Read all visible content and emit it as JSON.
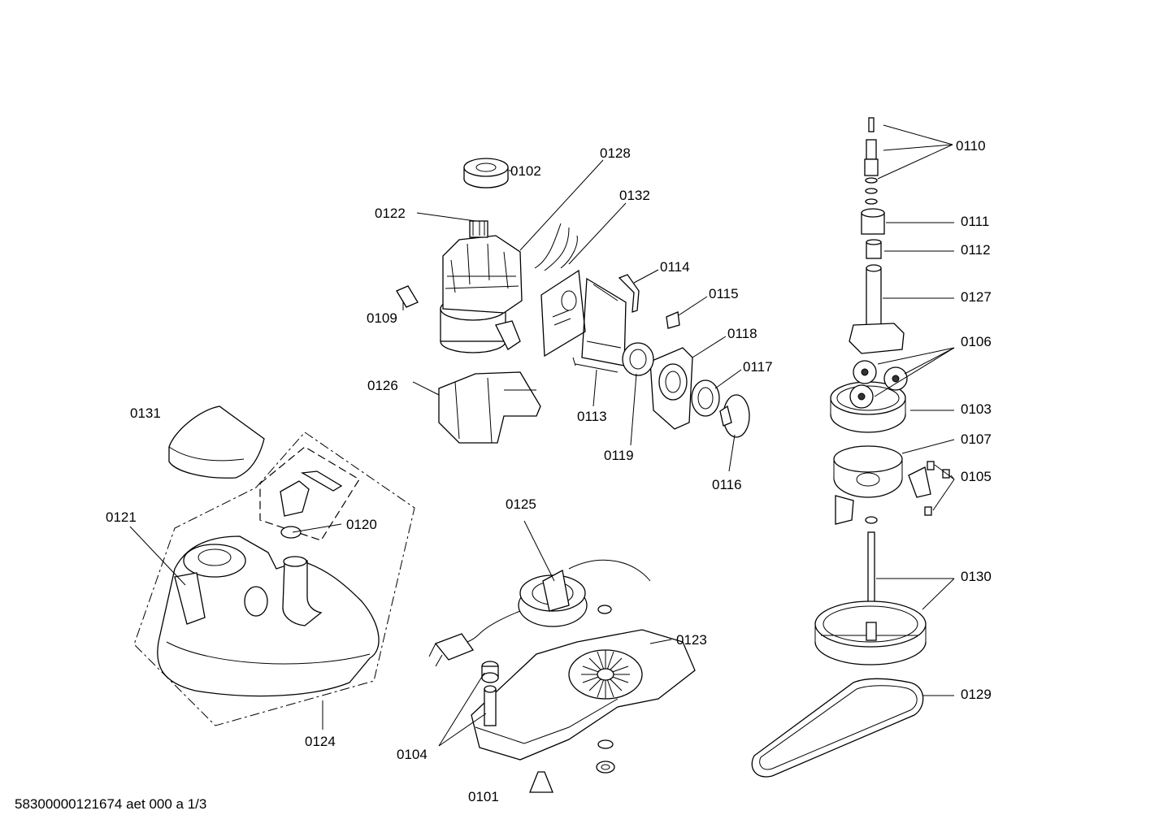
{
  "labels": {
    "p0101": "0101",
    "p0102": "0102",
    "p0103": "0103",
    "p0104": "0104",
    "p0105": "0105",
    "p0106": "0106",
    "p0107": "0107",
    "p0109": "0109",
    "p0110": "0110",
    "p0111": "0111",
    "p0112": "0112",
    "p0113": "0113",
    "p0114": "0114",
    "p0115": "0115",
    "p0116": "0116",
    "p0117": "0117",
    "p0118": "0118",
    "p0119": "0119",
    "p0120": "0120",
    "p0121": "0121",
    "p0122": "0122",
    "p0123": "0123",
    "p0124": "0124",
    "p0125": "0125",
    "p0126": "0126",
    "p0127": "0127",
    "p0128": "0128",
    "p0129": "0129",
    "p0130": "0130",
    "p0131": "0131",
    "p0132": "0132"
  },
  "footer": "58300000121674 aet 000 a 1/3"
}
